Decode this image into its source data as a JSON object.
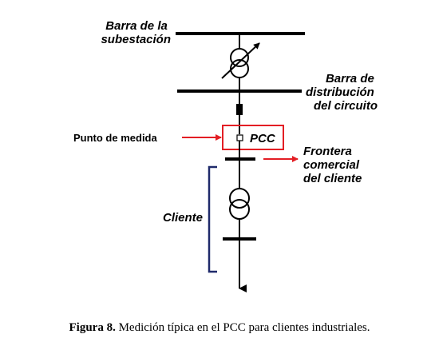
{
  "labels": {
    "substation_bus": [
      "Barra de la",
      "subestación"
    ],
    "distribution_bus": [
      "Barra de",
      "distribución",
      "del circuito"
    ],
    "measurement_point": "Punto de medida",
    "pcc": "PCC",
    "commercial_boundary": [
      "Frontera",
      "comercial",
      "del cliente"
    ],
    "client": "Cliente"
  },
  "caption": {
    "number": "Figura 8.",
    "text": "Medición típica en el PCC para clientes industriales."
  },
  "colors": {
    "line": "#000000",
    "pcc_box": "#e31e24",
    "arrows": "#e31e24",
    "client_bracket": "#1f2a6b"
  }
}
